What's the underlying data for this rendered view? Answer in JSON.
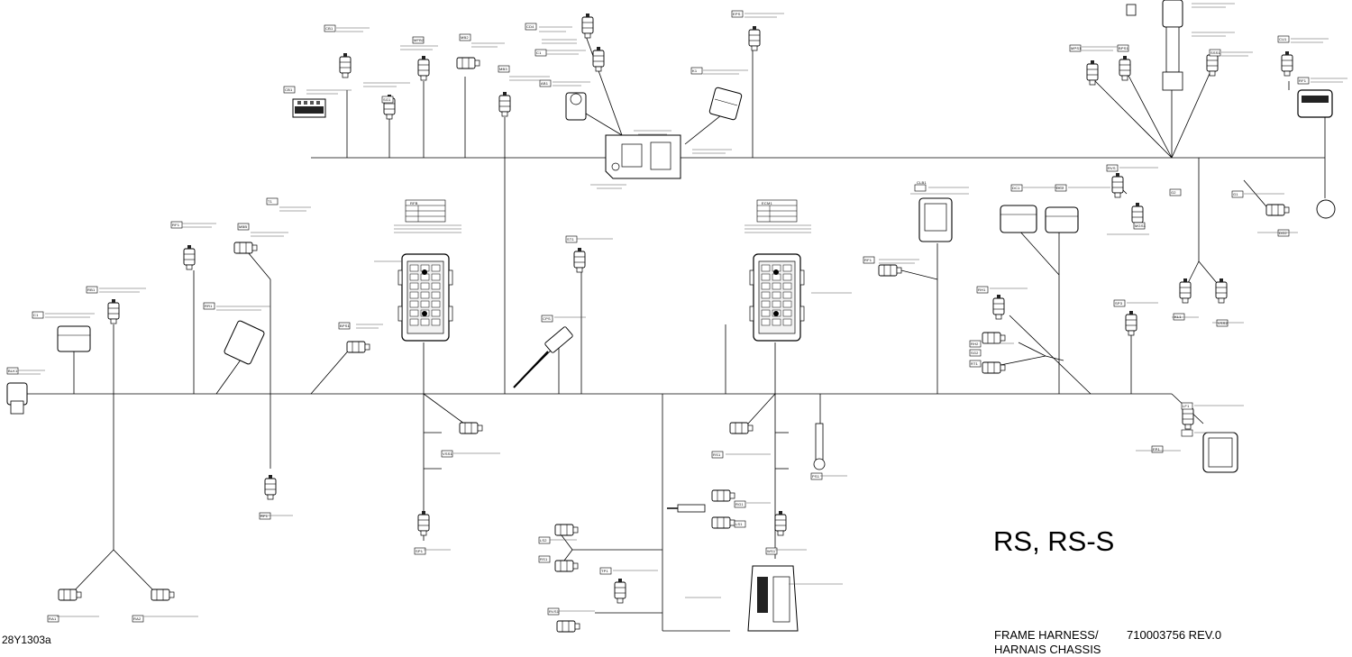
{
  "drawing": {
    "model_label": "RS, RS-S",
    "harness_title_en": "FRAME HARNESS/",
    "harness_title_fr": "HARNAIS CHASSIS",
    "part_number": "710003756 REV.0",
    "image_code": "28Y1303a"
  },
  "connectors": [
    {
      "id": "c01",
      "tag": "CB1"
    },
    {
      "id": "c02",
      "tag": "MFB2"
    },
    {
      "id": "c03",
      "tag": "MB2"
    },
    {
      "id": "c04",
      "tag": "SG1"
    },
    {
      "id": "c05",
      "tag": "C1"
    },
    {
      "id": "c06",
      "tag": "MB3"
    },
    {
      "id": "c07",
      "tag": "CB1"
    },
    {
      "id": "c08",
      "tag": "CD4"
    },
    {
      "id": "c09",
      "tag": "EPS"
    },
    {
      "id": "c10",
      "tag": "K1"
    },
    {
      "id": "c11",
      "tag": "AB1"
    },
    {
      "id": "c12",
      "tag": "MPS1"
    },
    {
      "id": "c13",
      "tag": "BPS1"
    },
    {
      "id": "c14",
      "tag": "SSS1"
    },
    {
      "id": "c15",
      "tag": "KL1"
    },
    {
      "id": "c16",
      "tag": "CU1"
    },
    {
      "id": "c17",
      "tag": "RF1"
    },
    {
      "id": "c18",
      "tag": "RB1"
    },
    {
      "id": "c19",
      "tag": "C1"
    },
    {
      "id": "c20",
      "tag": "RF1"
    },
    {
      "id": "c21",
      "tag": "MBB"
    },
    {
      "id": "c22",
      "tag": "T1"
    },
    {
      "id": "c23",
      "tag": "RR1"
    },
    {
      "id": "c24",
      "tag": "BPS1"
    },
    {
      "id": "c25",
      "tag": "RFB"
    },
    {
      "id": "c26",
      "tag": "CLB1"
    },
    {
      "id": "c27",
      "tag": "ECM1"
    },
    {
      "id": "c28",
      "tag": "DC1"
    },
    {
      "id": "c29",
      "tag": "DC2"
    },
    {
      "id": "c30",
      "tag": "RVS"
    },
    {
      "id": "c31",
      "tag": "RA1"
    },
    {
      "id": "c32",
      "tag": "RA2"
    },
    {
      "id": "c33",
      "tag": "VSS1"
    },
    {
      "id": "c34",
      "tag": "SP1"
    },
    {
      "id": "c35",
      "tag": "RF1"
    },
    {
      "id": "c36",
      "tag": "RH1"
    },
    {
      "id": "c37",
      "tag": "RH2"
    },
    {
      "id": "c38",
      "tag": "SG2"
    },
    {
      "id": "c39",
      "tag": "RT1"
    },
    {
      "id": "c40",
      "tag": "LF1"
    },
    {
      "id": "c41",
      "tag": "RF1"
    },
    {
      "id": "c42",
      "tag": "VSS2"
    },
    {
      "id": "c43",
      "tag": "RS1"
    },
    {
      "id": "c44",
      "tag": "WS1"
    },
    {
      "id": "c45",
      "tag": "PS1"
    },
    {
      "id": "c46",
      "tag": "G2"
    },
    {
      "id": "c47",
      "tag": "RG1"
    },
    {
      "id": "c48",
      "tag": "TP1"
    },
    {
      "id": "c49",
      "tag": "RVS1"
    },
    {
      "id": "c50",
      "tag": "MGS1"
    },
    {
      "id": "c51",
      "tag": "SP3"
    },
    {
      "id": "c52",
      "tag": "ST1"
    },
    {
      "id": "c53",
      "tag": "CPS"
    },
    {
      "id": "c54",
      "tag": "BLK1"
    },
    {
      "id": "c55",
      "tag": "G1"
    },
    {
      "id": "c56",
      "tag": "DG2"
    },
    {
      "id": "c57",
      "tag": "LS1"
    },
    {
      "id": "c58",
      "tag": "LS2"
    },
    {
      "id": "c59",
      "tag": "RS1"
    },
    {
      "id": "c60",
      "tag": "FP1"
    }
  ]
}
